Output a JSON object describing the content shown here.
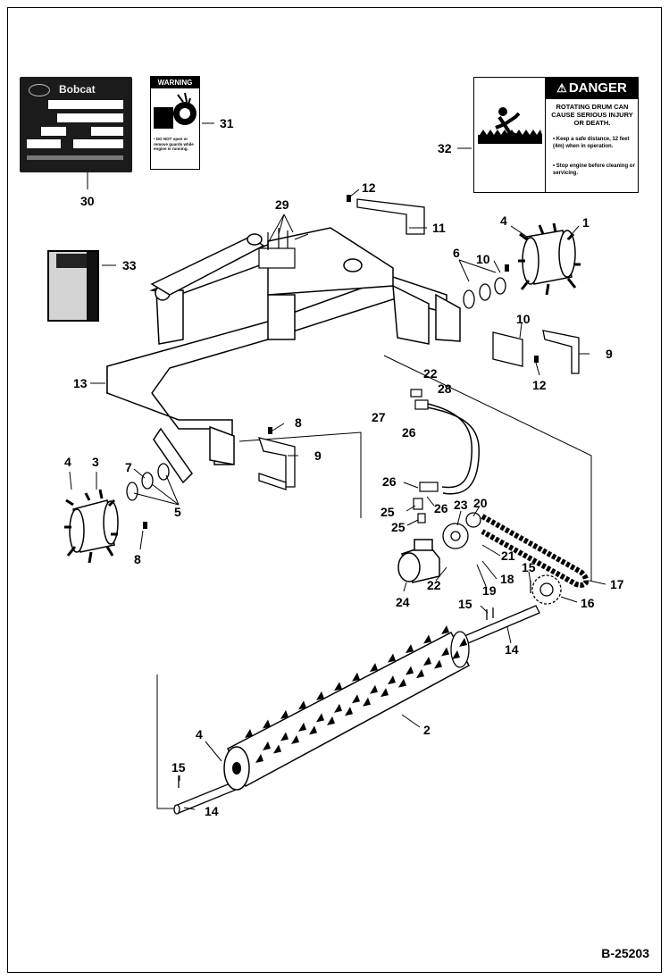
{
  "figure_id": "B-25203",
  "callouts": {
    "c30": "30",
    "c31": "31",
    "c32": "32",
    "c33": "33",
    "c29": "29",
    "c12a": "12",
    "c11": "11",
    "c4a": "4",
    "c1": "1",
    "c6": "6",
    "c10a": "10",
    "c10b": "10",
    "c9a": "9",
    "c12b": "12",
    "c13": "13",
    "c8a": "8",
    "c9b": "9",
    "c4b": "4",
    "c3": "3",
    "c7": "7",
    "c5": "5",
    "c8b": "8",
    "c22a": "22",
    "c28": "28",
    "c27": "27",
    "c26a": "26",
    "c26b": "26",
    "c26c": "26",
    "c25a": "25",
    "c25b": "25",
    "c23": "23",
    "c20": "20",
    "c21": "21",
    "c15a": "15",
    "c18": "18",
    "c19": "19",
    "c22b": "22",
    "c24": "24",
    "c17": "17",
    "c16": "16",
    "c15b": "15",
    "c14a": "14",
    "c2": "2",
    "c4c": "4",
    "c15c": "15",
    "c14b": "14"
  },
  "decals": {
    "bobcat_name": "Bobcat",
    "warning_title": "WARNING",
    "warning_text": "• DO NOT open or remove guards while engine is running.",
    "danger_title": "DANGER",
    "danger_main": "ROTATING DRUM CAN CAUSE SERIOUS INJURY OR DEATH.",
    "danger_bullet_1": "• Keep a safe distance, 12 feet (4m) when in operation.",
    "danger_bullet_2": "• Stop engine before cleaning or servicing."
  }
}
